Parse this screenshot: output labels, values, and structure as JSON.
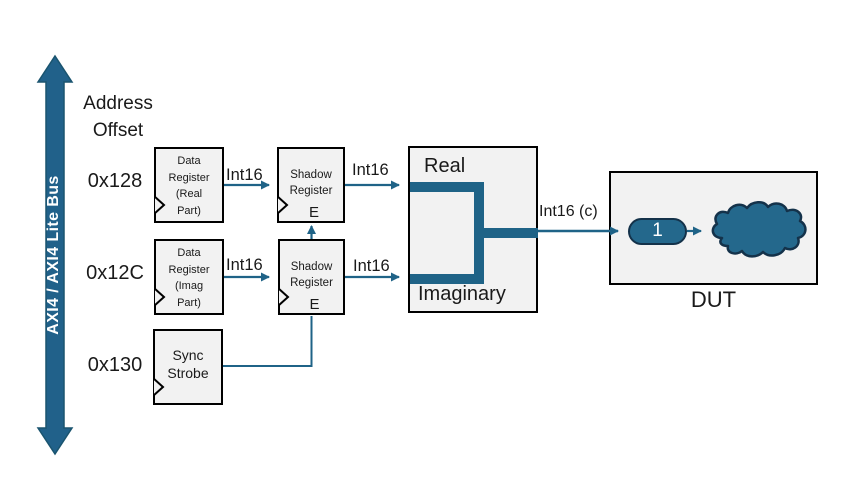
{
  "bus": {
    "label": "AXI4 / AXI4 Lite Bus"
  },
  "address_column": {
    "title": "Address\nOffset",
    "offsets": [
      "0x128",
      "0x12C",
      "0x130"
    ]
  },
  "blocks": {
    "data_register_real": {
      "text": "Data\nRegister\n(Real\nPart)"
    },
    "data_register_imag": {
      "text": "Data\nRegister\n(Imag\nPart)"
    },
    "sync_strobe": {
      "text": "Sync\nStrobe"
    },
    "shadow_register_top": {
      "text": "Shadow\nRegister",
      "enable": "E"
    },
    "shadow_register_bottom": {
      "text": "Shadow\nRegister",
      "enable": "E"
    }
  },
  "combiner": {
    "real_label": "Real",
    "imaginary_label": "Imaginary"
  },
  "wire_labels": {
    "real_to_shadow": "Int16",
    "shadow_to_combiner_real": "Int16",
    "imag_to_shadow": "Int16",
    "shadow_to_combiner_imag": "Int16",
    "combiner_to_dut": "Int16 (c)"
  },
  "dut": {
    "label": "DUT",
    "stage_badge": "1"
  },
  "icons": {
    "bus": "vertical-double-arrow",
    "clock_input": "clock-edge-triangle",
    "cloud": "cloud-shape"
  },
  "colors": {
    "accent_teal": "#1f6387",
    "shape_fill_teal": "#24688c",
    "dark_outline": "#14324a",
    "block_fill": "#f2f2f2",
    "block_border": "#000000"
  }
}
